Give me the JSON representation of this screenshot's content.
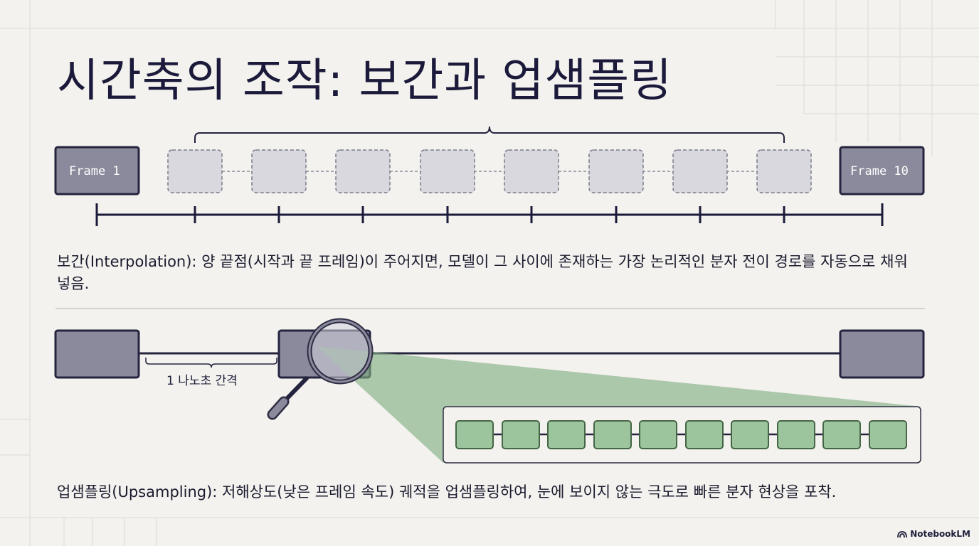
{
  "title": "시간축의 조작: 보간과 업샘플링",
  "interpolation": {
    "start_frame_label": "Frame 1",
    "end_frame_label": "Frame 10",
    "description": "보간(Interpolation): 양 끝점(시작과 끝 프레임)이 주어지면, 모델이 그 사이에 존재하는 가장 논리적인 분자 전이 경로를 자동으로 채워 넣음."
  },
  "upsampling": {
    "gap_label": "1 나노초 간격",
    "description": "업샘플링(Upsampling): 저해상도(낮은 프레임 속도) 궤적을 업샘플링하여, 눈에 보이지 않는 극도로 빠른 분자 현상을 포착."
  },
  "brand": "NotebookLM",
  "colors": {
    "background": "#f3f2ee",
    "frame_fill": "#8a8a9c",
    "frame_stroke": "#25243f",
    "ghost_frame_fill": "#d8d8de",
    "ghost_frame_stroke": "#7c7c8c",
    "upsampled_frame_fill": "#9dc59d",
    "upsampled_frame_stroke": "#456645",
    "zoom_beam": "#7fae7f"
  }
}
